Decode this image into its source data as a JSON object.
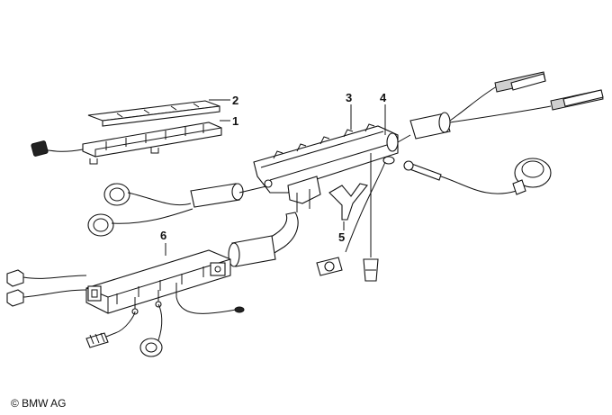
{
  "callouts": [
    {
      "id": "1",
      "label": "1"
    },
    {
      "id": "2",
      "label": "2"
    },
    {
      "id": "3",
      "label": "3"
    },
    {
      "id": "4",
      "label": "4"
    },
    {
      "id": "5",
      "label": "5"
    },
    {
      "id": "6",
      "label": "6"
    }
  ],
  "copyright": "© BMW AG"
}
